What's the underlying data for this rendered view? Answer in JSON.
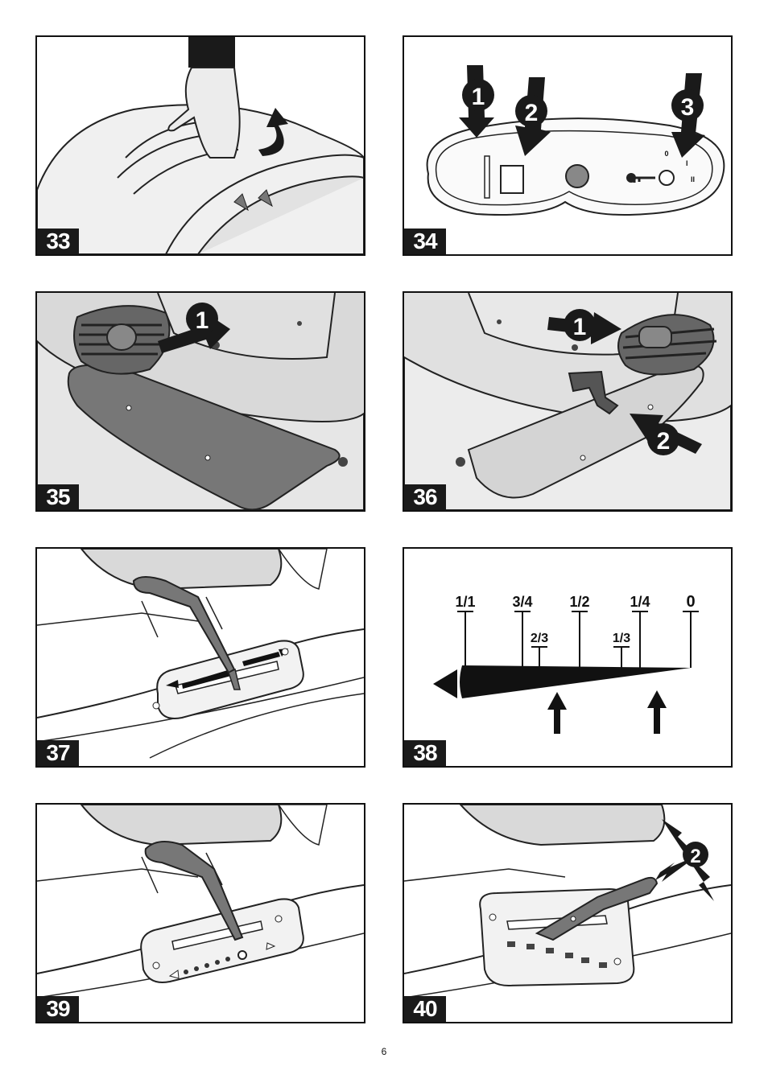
{
  "figures": [
    {
      "label": "33"
    },
    {
      "label": "34",
      "callouts": [
        "1",
        "2",
        "3"
      ],
      "switch_marks": [
        "0",
        "I",
        "II"
      ]
    },
    {
      "label": "35",
      "callouts": [
        "1"
      ]
    },
    {
      "label": "36",
      "callouts": [
        "1",
        "2"
      ]
    },
    {
      "label": "37"
    },
    {
      "label": "38",
      "scale_marks": [
        "1/1",
        "3/4",
        "2/3",
        "1/2",
        "1/3",
        "1/4",
        "0"
      ]
    },
    {
      "label": "39"
    },
    {
      "label": "40",
      "callouts": [
        "2"
      ]
    }
  ],
  "page_number": "6"
}
